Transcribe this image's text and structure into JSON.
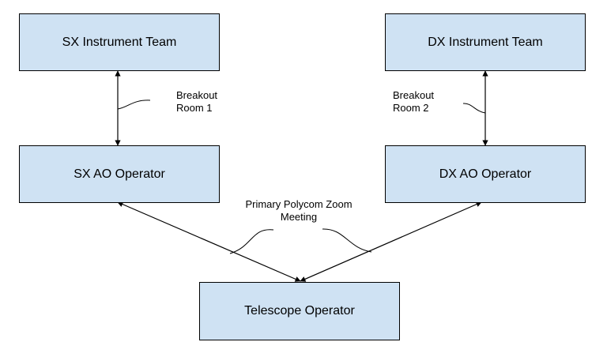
{
  "nodes": {
    "sx_instrument_team": "SX Instrument Team",
    "dx_instrument_team": "DX Instrument Team",
    "sx_ao_operator": "SX AO Operator",
    "dx_ao_operator": "DX AO Operator",
    "telescope_operator": "Telescope Operator"
  },
  "edge_labels": {
    "breakout_room_1": [
      "Breakout",
      "Room 1"
    ],
    "breakout_room_2": [
      "Breakout",
      "Room 2"
    ],
    "primary_meeting": [
      "Primary Polycom Zoom",
      "Meeting"
    ]
  },
  "colors": {
    "box_fill": "#cfe2f3",
    "box_border": "#000000",
    "line": "#000000"
  }
}
